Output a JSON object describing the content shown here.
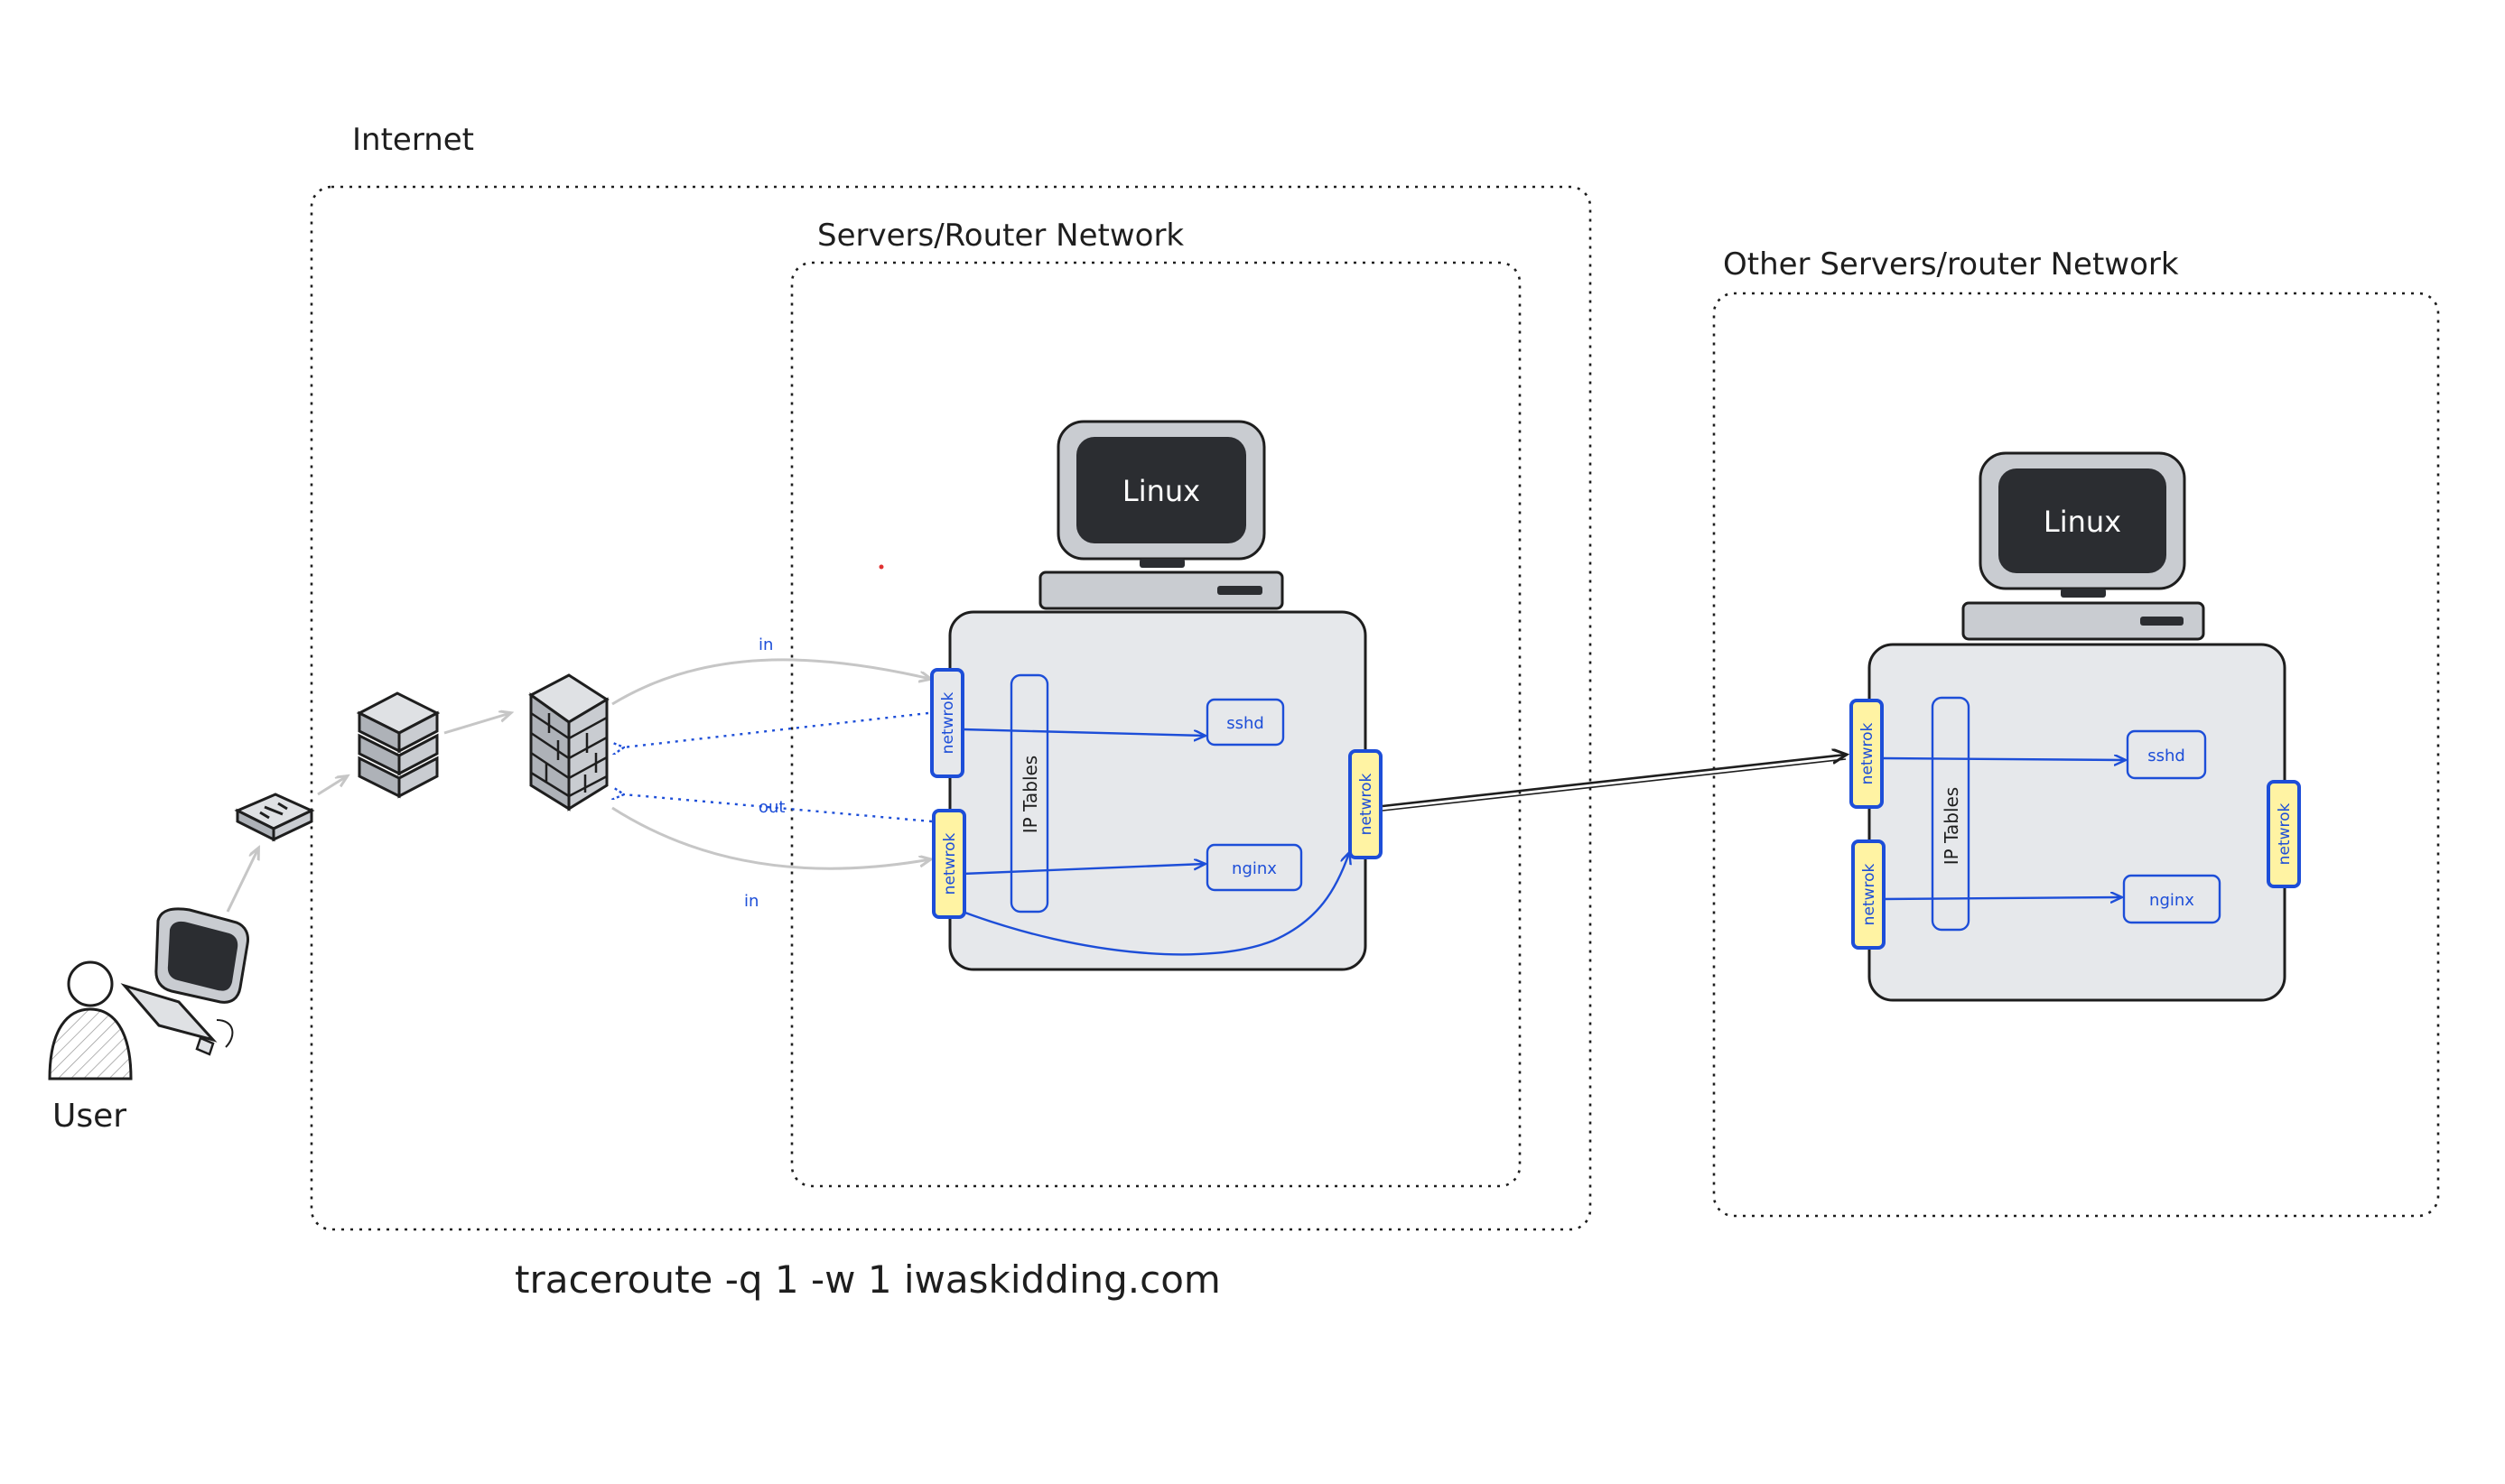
{
  "labels": {
    "internet": "Internet",
    "servers_network": "Servers/Router Network",
    "other_network": "Other Servers/router Network",
    "user": "User",
    "command": "traceroute -q 1 -w 1 iwaskidding.com"
  },
  "server_left": {
    "os": "Linux",
    "iptables": "IP Tables",
    "nic_top": "netwrok",
    "nic_bottom": "netwrok",
    "nic_right": "netwrok",
    "svc_sshd": "sshd",
    "svc_nginx": "nginx"
  },
  "server_right": {
    "os": "Linux",
    "iptables": "IP Tables",
    "nic_top": "netwrok",
    "nic_bottom": "netwrok",
    "nic_right": "netwrok",
    "svc_sshd": "sshd",
    "svc_nginx": "nginx"
  },
  "flows": {
    "in_top": "in",
    "out": "out",
    "in_bottom": "in"
  },
  "colors": {
    "stroke": "#1e1e1e",
    "accent_blue": "#1d4ed8",
    "nic_fill": "#fff3a3",
    "box_fill": "#e6e8eb",
    "screen": "#2b2d31",
    "arrow_gray": "#c6c6c6"
  }
}
